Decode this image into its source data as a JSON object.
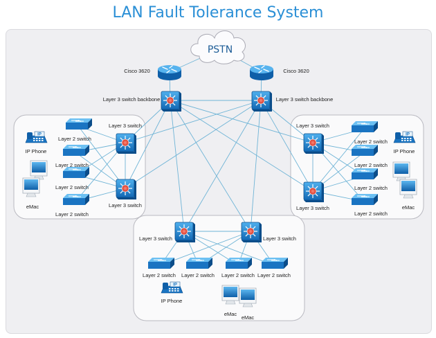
{
  "title": "LAN Fault Tolerance System",
  "colors": {
    "title": "#2a8fd6",
    "device_blue": "#1b7fd0",
    "link": "#6fb4d6",
    "switch_core": "#e84a3c"
  },
  "labels": {
    "pstn": "PSTN",
    "router": "Cisco 3620",
    "backbone": "Layer 3 switch backbone",
    "l3": "Layer 3 switch",
    "l2": "Layer 2 switch",
    "ipphone": "IP Phone",
    "emac": "eMac"
  },
  "icons": {
    "cloud": "cloud-icon",
    "router": "router-icon",
    "l3switch": "layer3-switch-icon",
    "l2switch": "layer2-switch-icon",
    "ipphone": "ip-phone-icon",
    "computer": "emac-computer-icon"
  }
}
